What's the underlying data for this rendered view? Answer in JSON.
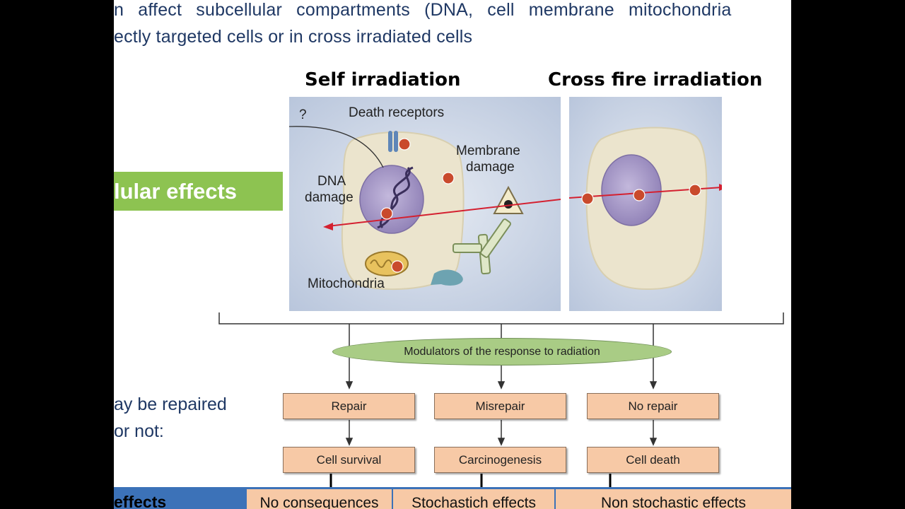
{
  "intro": {
    "line1": "n affect subcellular compartments (DNA, cell membrane mitochondria",
    "line2": "ectly targeted cells or in cross irradiated cells"
  },
  "section_label": "lular effects",
  "repair_note": {
    "line1": "ay be repaired",
    "line2": "or not:"
  },
  "figure": {
    "self_heading": "Self irradiation",
    "cross_heading": "Cross fire irradiation",
    "labels": {
      "question": "?",
      "death_receptors": "Death receptors",
      "membrane_damage_1": "Membrane",
      "membrane_damage_2": "damage",
      "dna_damage_1": "DNA",
      "dna_damage_2": "damage",
      "mitochondria": "Mitochondria"
    },
    "modulators": "Modulators of the response to radiation",
    "outcomes": [
      {
        "response": "Repair",
        "result": "Cell survival"
      },
      {
        "response": "Misrepair",
        "result": "Carcinogenesis"
      },
      {
        "response": "No repair",
        "result": "Cell death"
      }
    ],
    "colors": {
      "panel_bg": "#c9d3e5",
      "cell_fill": "#ebe4cd",
      "nucleus_fill": "#a99bc9",
      "ray": "#d42030",
      "box_fill": "#f7c9a6",
      "ellipse_fill": "#a9cc85"
    }
  },
  "bottom_table": {
    "label": "effects",
    "cells": [
      "No consequences",
      "Stochastich effects",
      "Non stochastic effects"
    ],
    "bar_color": "#3c72b8"
  }
}
